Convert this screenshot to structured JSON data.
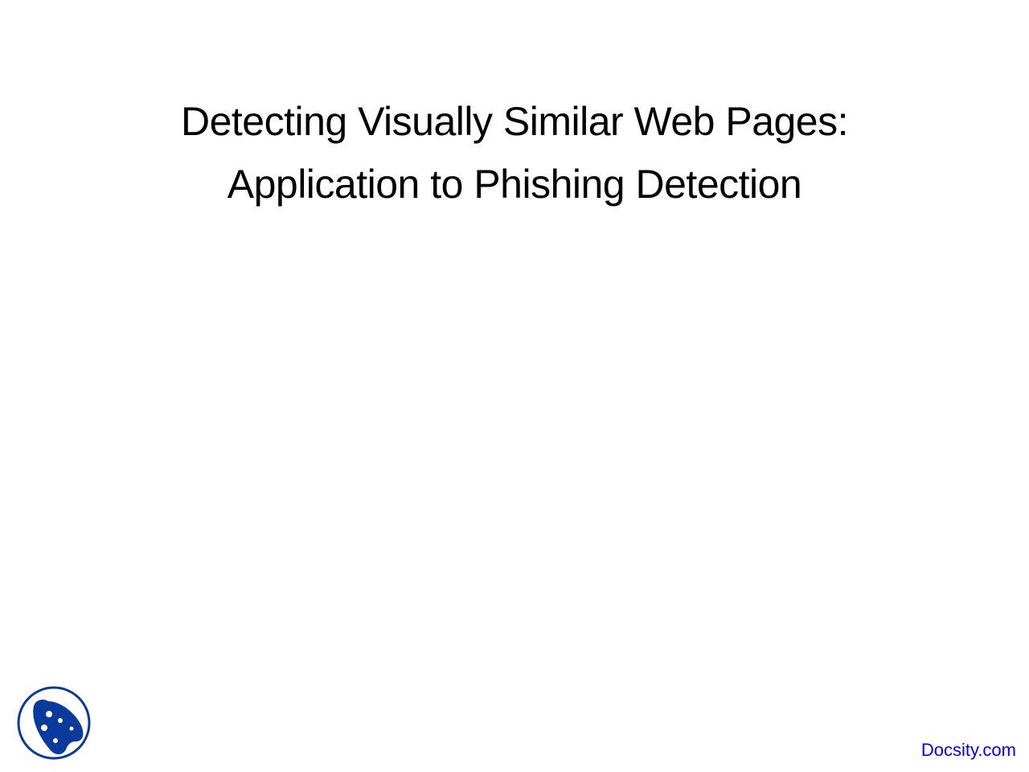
{
  "slide": {
    "title_lines": [
      "Detecting Visually Similar Web Pages:",
      "Application to Phishing Detection"
    ]
  },
  "footer": {
    "logo_icon": "docsity-logo-icon",
    "brand_link": "Docsity.com",
    "brand_color": "#0000ff",
    "logo_color": "#0a3a9c"
  }
}
